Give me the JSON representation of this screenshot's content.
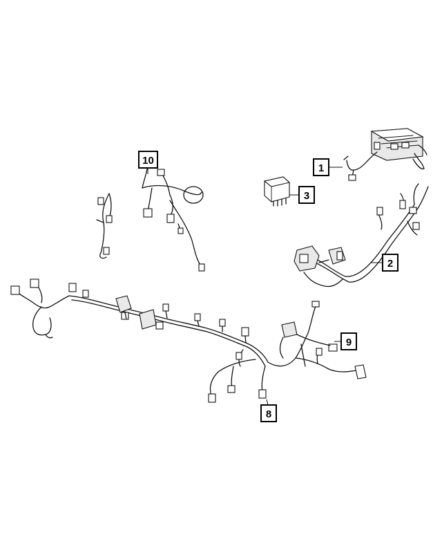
{
  "callouts": [
    {
      "id": "callout-1",
      "label": "1"
    },
    {
      "id": "callout-2",
      "label": "2"
    },
    {
      "id": "callout-3",
      "label": "3"
    },
    {
      "id": "callout-8",
      "label": "8"
    },
    {
      "id": "callout-9",
      "label": "9"
    },
    {
      "id": "callout-10",
      "label": "10"
    }
  ]
}
